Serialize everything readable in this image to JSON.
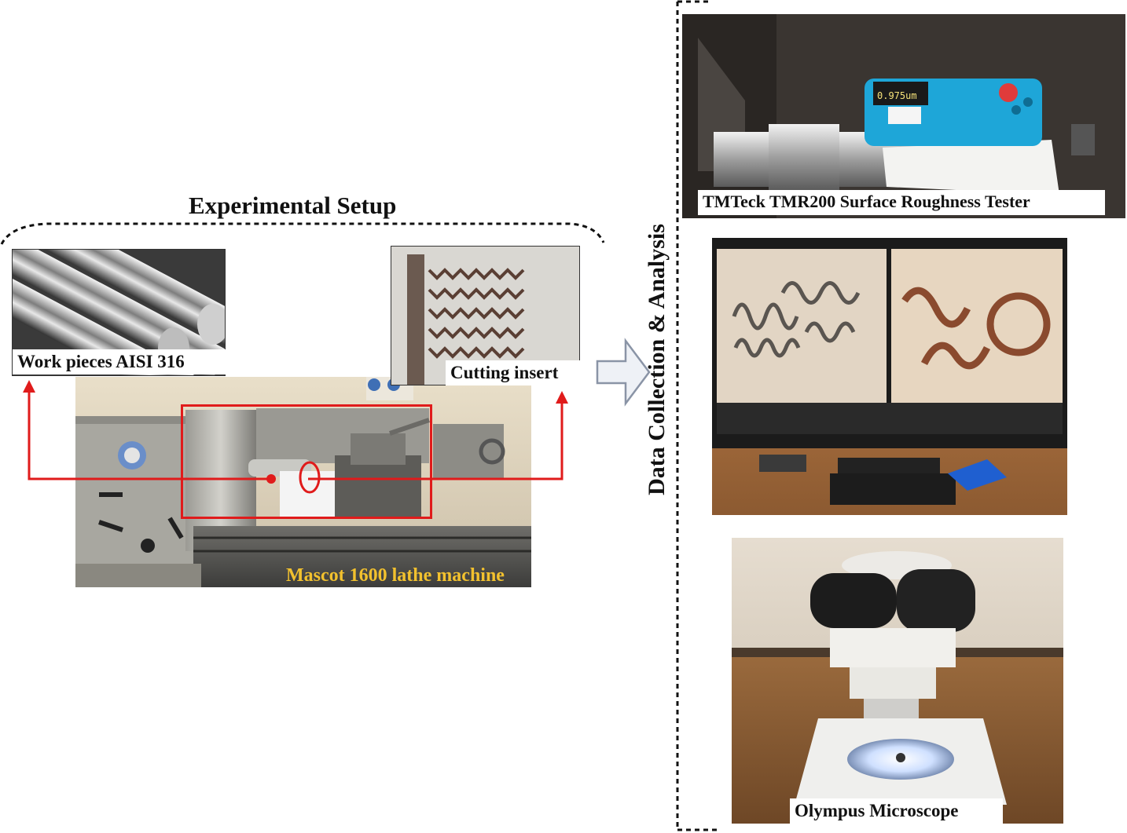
{
  "diagram": {
    "setup_title": "Experimental Setup",
    "analysis_title": "Data Collection & Analysis",
    "labels": {
      "workpieces": "Work pieces AISI 316",
      "cutting_insert": "Cutting insert",
      "lathe": "Mascot 1600 lathe machine",
      "roughness_tester": "TMTeck TMR200 Surface Roughness Tester",
      "microscope": "Olympus Microscope"
    },
    "colors": {
      "connector_red": "#e01b1b",
      "lathe_label": "#f2c12e",
      "tester_body": "#1ea6d8"
    }
  }
}
